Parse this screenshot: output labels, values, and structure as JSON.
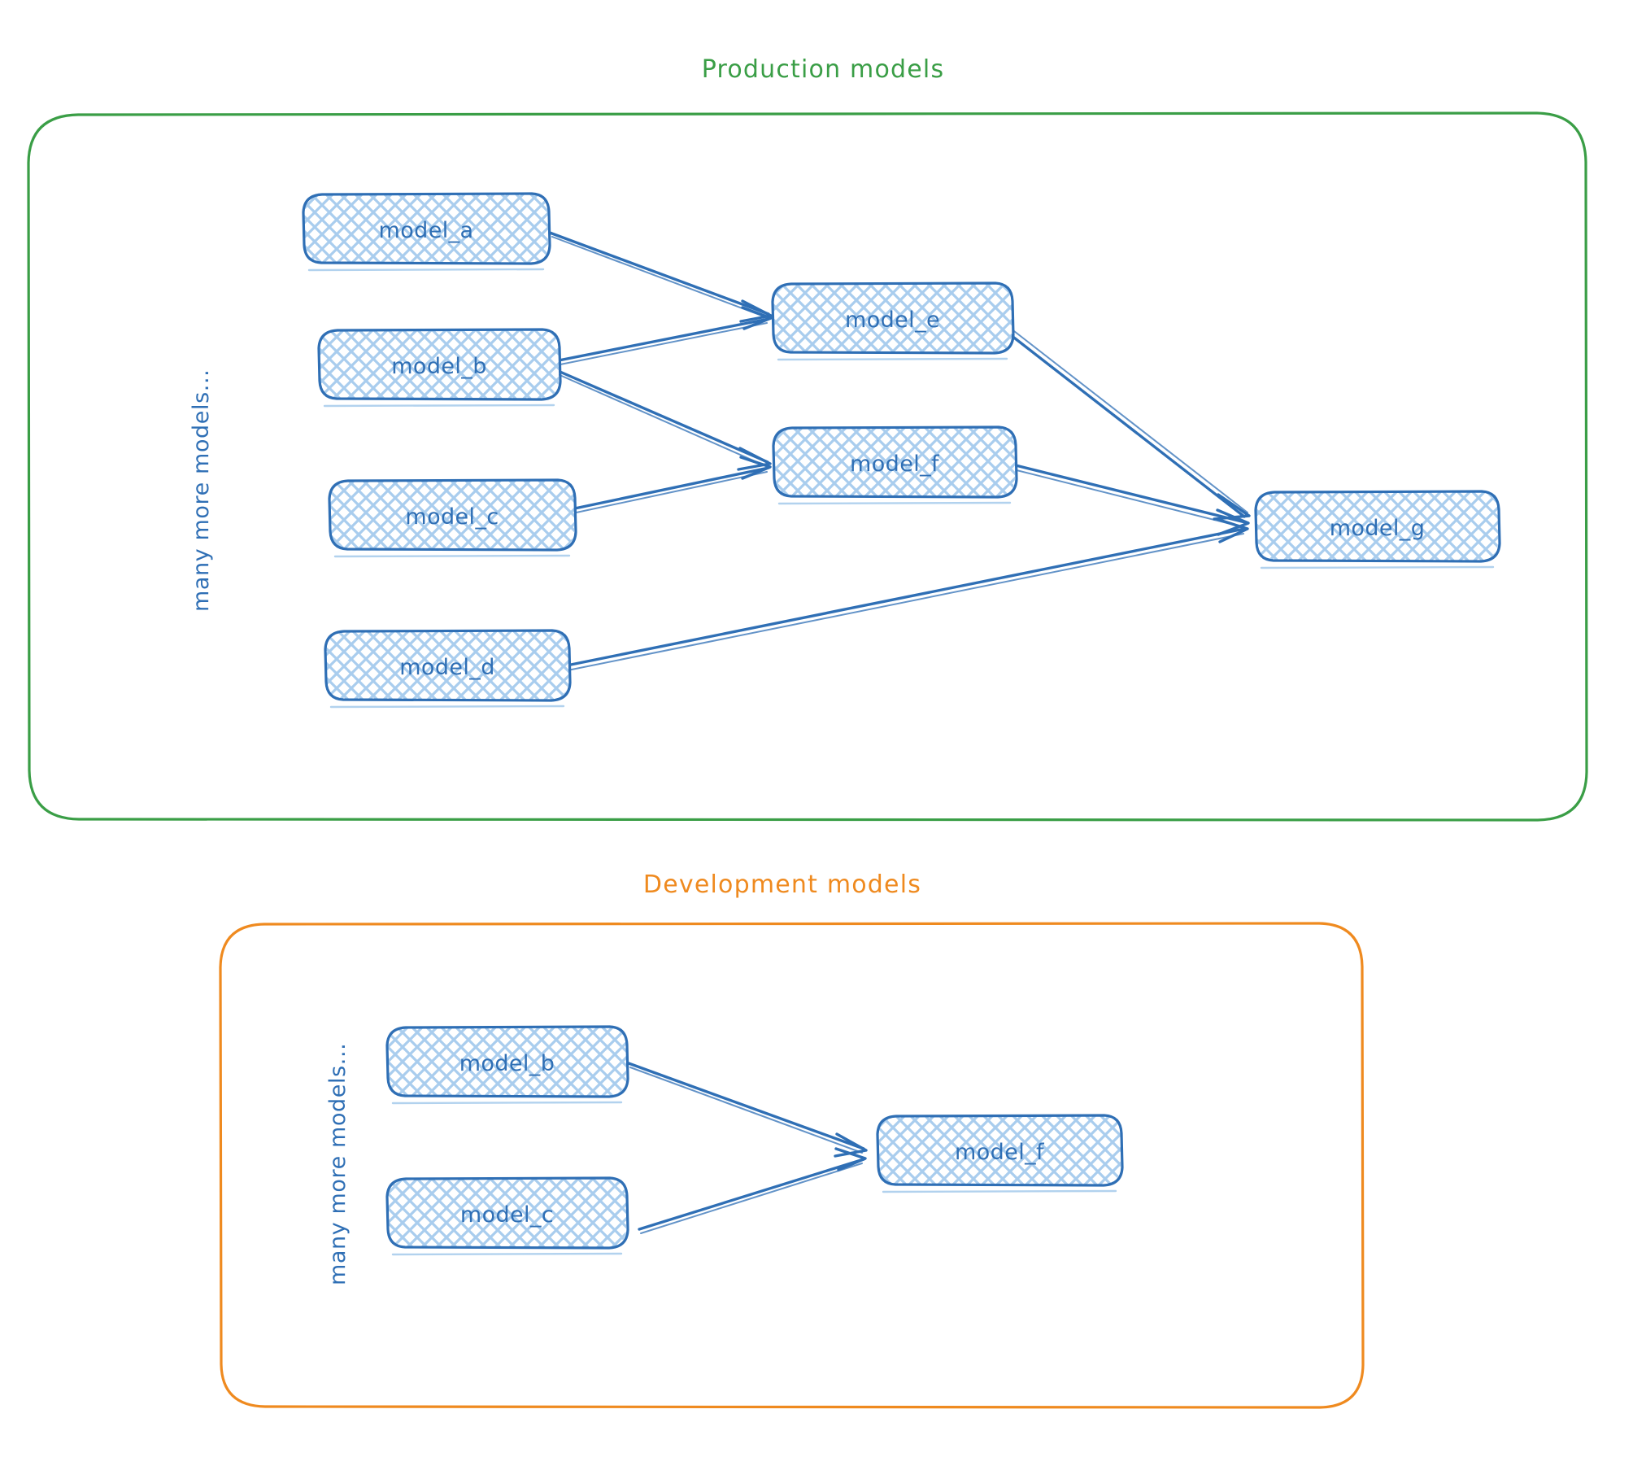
{
  "diagram": {
    "type": "dependency-graph",
    "style": "hand-drawn-sketch",
    "colors": {
      "production_border": "#3a9e46",
      "development_border": "#ef8a1f",
      "node_stroke": "#2f6fb5",
      "node_fill": "#cfe3f6",
      "edge_stroke": "#2f6fb5",
      "label_text": "#2f6fb5",
      "background": "#ffffff"
    }
  },
  "groups": [
    {
      "id": "production",
      "title": "Production models",
      "title_color": "#3a9e46",
      "side_label": "many more models...",
      "nodes": [
        {
          "id": "prod_model_a",
          "label": "model_a"
        },
        {
          "id": "prod_model_b",
          "label": "model_b"
        },
        {
          "id": "prod_model_c",
          "label": "model_c"
        },
        {
          "id": "prod_model_d",
          "label": "model_d"
        },
        {
          "id": "prod_model_e",
          "label": "model_e"
        },
        {
          "id": "prod_model_f",
          "label": "model_f"
        },
        {
          "id": "prod_model_g",
          "label": "model_g"
        }
      ],
      "edges": [
        {
          "from": "model_a",
          "to": "model_e"
        },
        {
          "from": "model_b",
          "to": "model_e"
        },
        {
          "from": "model_b",
          "to": "model_f"
        },
        {
          "from": "model_c",
          "to": "model_f"
        },
        {
          "from": "model_e",
          "to": "model_g"
        },
        {
          "from": "model_f",
          "to": "model_g"
        },
        {
          "from": "model_d",
          "to": "model_g"
        }
      ]
    },
    {
      "id": "development",
      "title": "Development models",
      "title_color": "#ef8a1f",
      "side_label": "many more models...",
      "nodes": [
        {
          "id": "dev_model_b",
          "label": "model_b"
        },
        {
          "id": "dev_model_c",
          "label": "model_c"
        },
        {
          "id": "dev_model_f",
          "label": "model_f"
        }
      ],
      "edges": [
        {
          "from": "model_b",
          "to": "model_f"
        },
        {
          "from": "model_c",
          "to": "model_f"
        }
      ]
    }
  ]
}
